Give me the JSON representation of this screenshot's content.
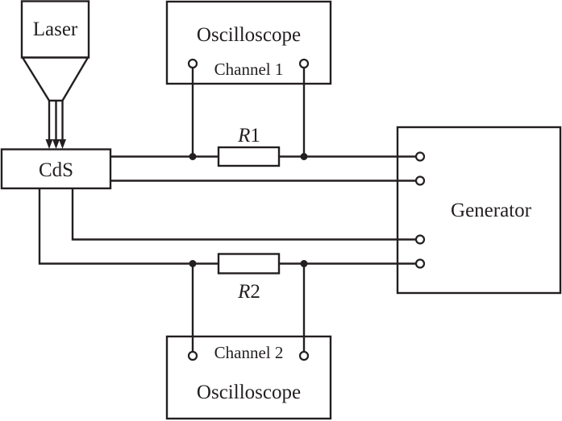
{
  "diagram": {
    "type": "circuit-schematic",
    "components": {
      "laser": {
        "label": "Laser"
      },
      "sample": {
        "label": "CdS"
      },
      "oscilloscope_top": {
        "label": "Oscilloscope",
        "channel": "Channel 1"
      },
      "oscilloscope_bottom": {
        "label": "Oscilloscope",
        "channel": "Channel 2"
      },
      "generator": {
        "label": "Generator"
      },
      "resistor_1": {
        "label": "R",
        "index": "1"
      },
      "resistor_2": {
        "label": "R",
        "index": "2"
      }
    },
    "connections": [
      "CdS — R1 — Generator terminal 1",
      "CdS — Generator terminal 2",
      "CdS — Generator terminal 3",
      "CdS — R2 — Generator terminal 4",
      "Oscilloscope Channel 1 across R1",
      "Oscilloscope Channel 2 across R2",
      "Laser beam (3 arrows) onto CdS"
    ],
    "colors": {
      "ink": "#231f20",
      "background": "#ffffff"
    }
  }
}
